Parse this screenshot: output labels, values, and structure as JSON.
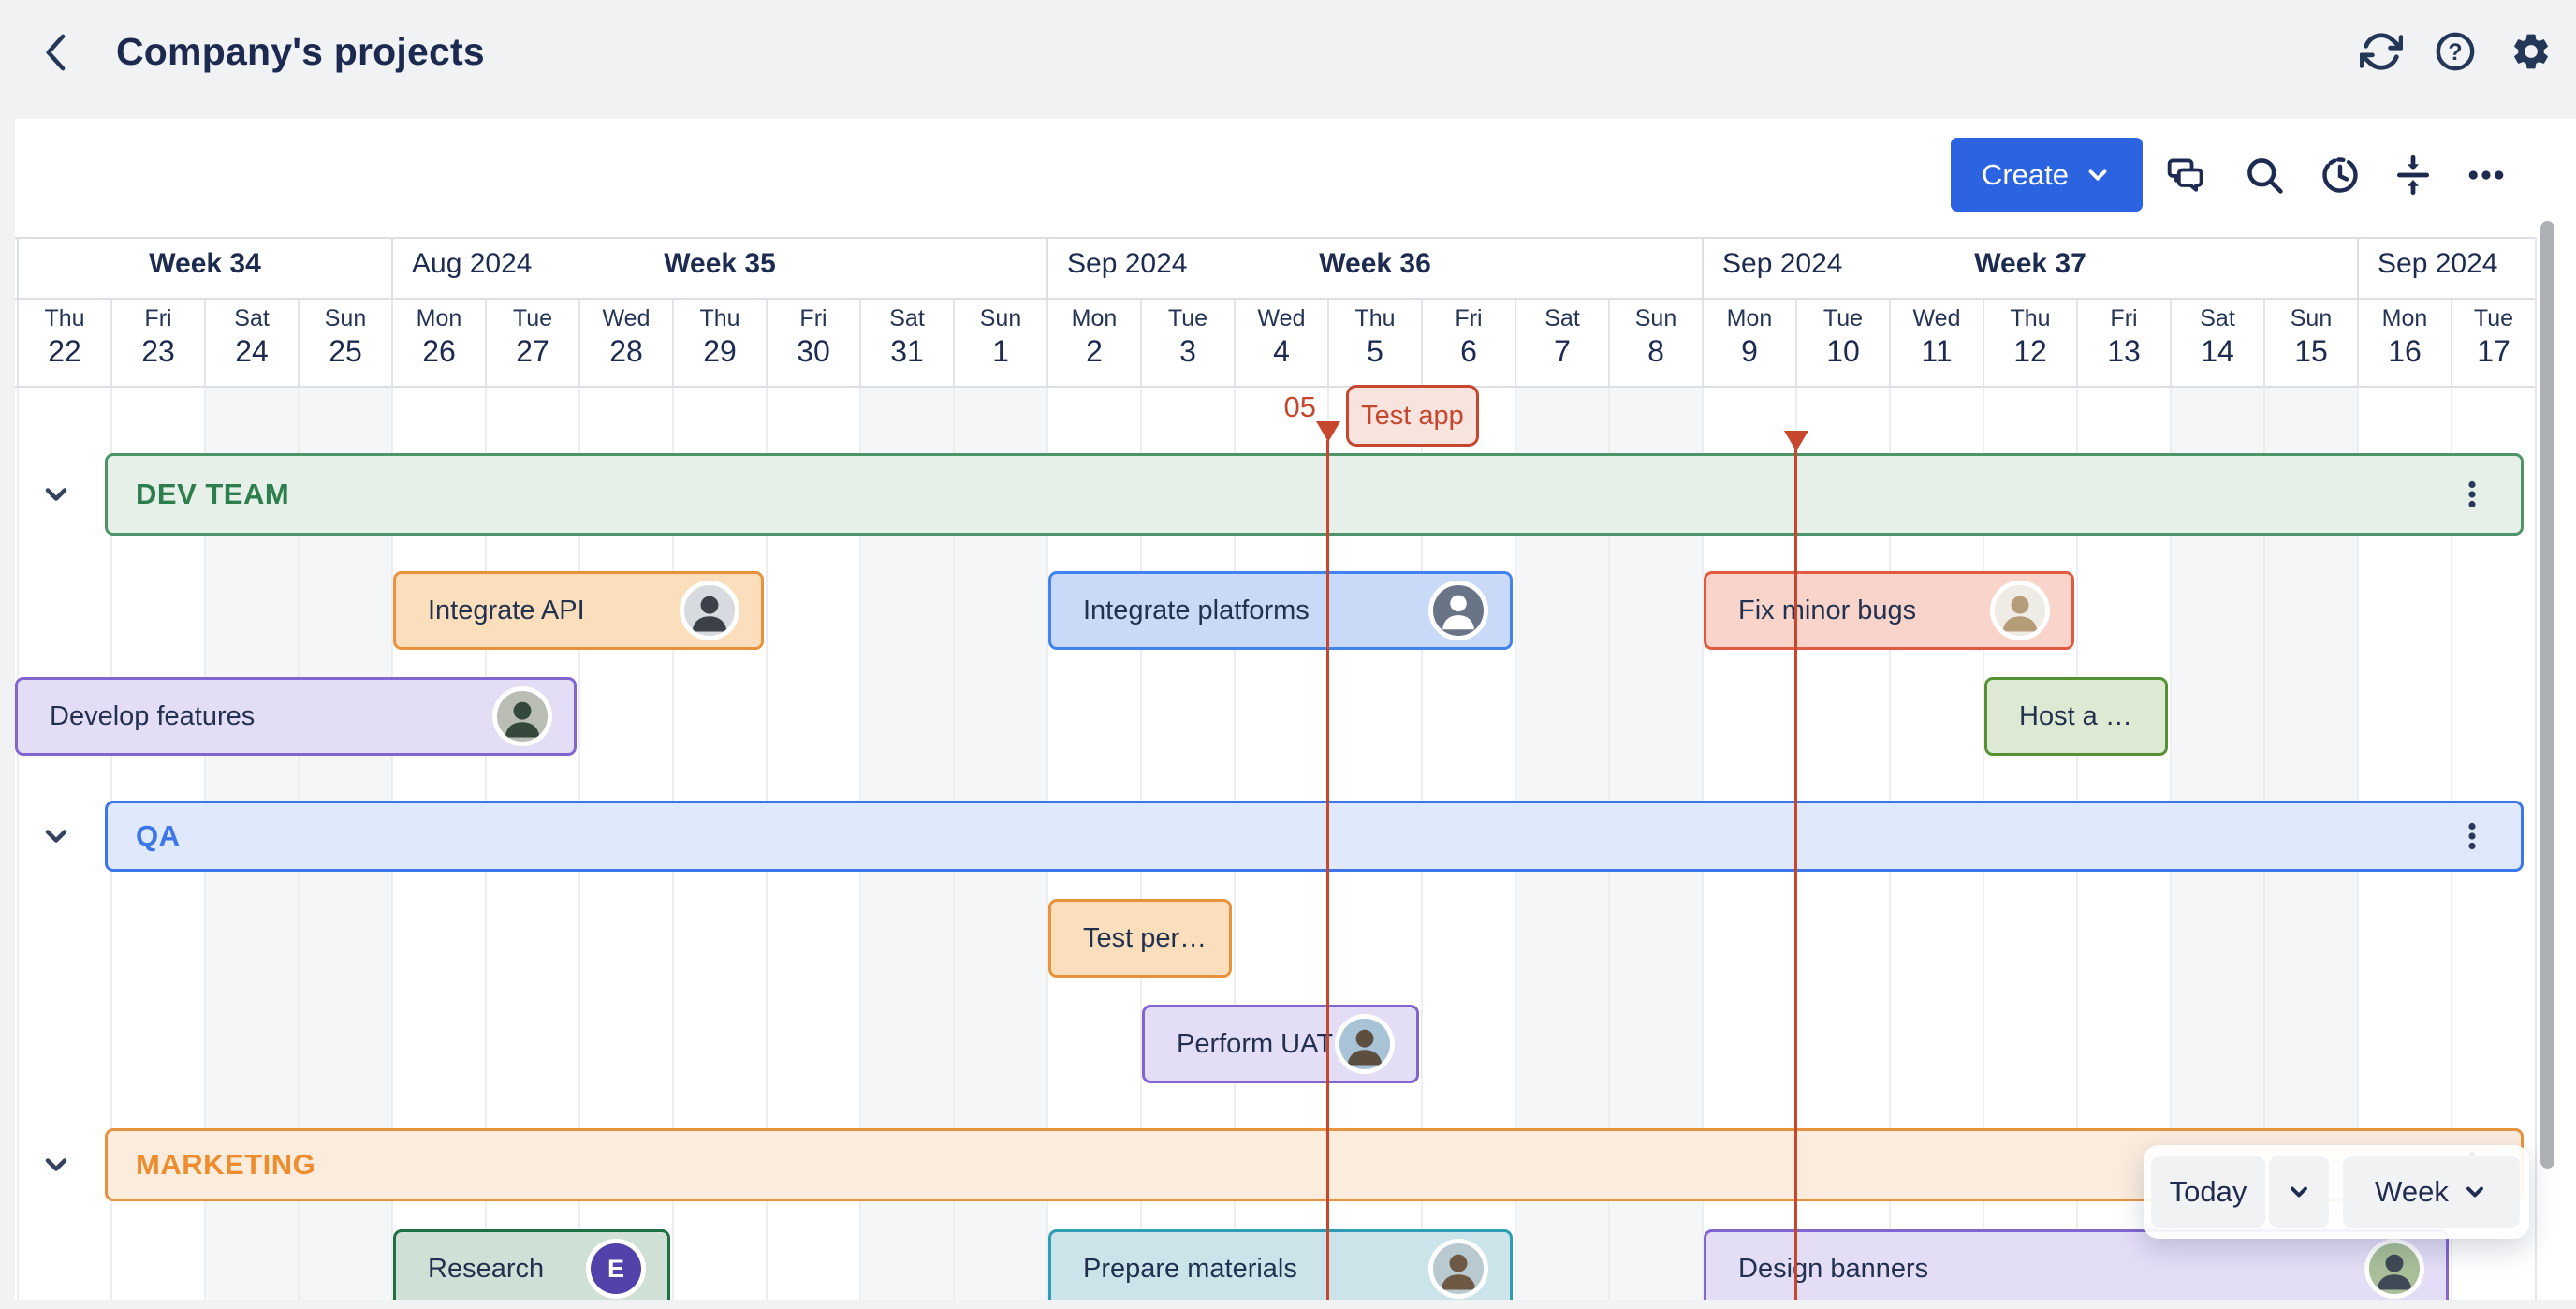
{
  "app": {
    "title": "Company's projects"
  },
  "topbar": {
    "icons": [
      "sync-icon",
      "help-icon",
      "settings-icon"
    ]
  },
  "toolbar": {
    "create_label": "Create",
    "icons": [
      "comments-icon",
      "search-icon",
      "history-icon",
      "collapse-rows-icon",
      "more-icon"
    ]
  },
  "timeline": {
    "weeks": [
      {
        "week": "Week 34",
        "month": null,
        "start": 0,
        "span": 4
      },
      {
        "week": "Week 35",
        "month": "Aug 2024",
        "start": 4,
        "span": 7
      },
      {
        "week": "Week 36",
        "month": "Sep 2024",
        "start": 11,
        "span": 7
      },
      {
        "week": "Week 37",
        "month": "Sep 2024",
        "start": 18,
        "span": 7
      },
      {
        "week": null,
        "month": "Sep 2024",
        "start": 25,
        "span": 2
      }
    ],
    "days": [
      {
        "name": "Thu",
        "num": "22",
        "weekend": false
      },
      {
        "name": "Fri",
        "num": "23",
        "weekend": false
      },
      {
        "name": "Sat",
        "num": "24",
        "weekend": true
      },
      {
        "name": "Sun",
        "num": "25",
        "weekend": true
      },
      {
        "name": "Mon",
        "num": "26",
        "weekend": false
      },
      {
        "name": "Tue",
        "num": "27",
        "weekend": false
      },
      {
        "name": "Wed",
        "num": "28",
        "weekend": false
      },
      {
        "name": "Thu",
        "num": "29",
        "weekend": false
      },
      {
        "name": "Fri",
        "num": "30",
        "weekend": false
      },
      {
        "name": "Sat",
        "num": "31",
        "weekend": true
      },
      {
        "name": "Sun",
        "num": "1",
        "weekend": true
      },
      {
        "name": "Mon",
        "num": "2",
        "weekend": false
      },
      {
        "name": "Tue",
        "num": "3",
        "weekend": false
      },
      {
        "name": "Wed",
        "num": "4",
        "weekend": false
      },
      {
        "name": "Thu",
        "num": "5",
        "weekend": false
      },
      {
        "name": "Fri",
        "num": "6",
        "weekend": false
      },
      {
        "name": "Sat",
        "num": "7",
        "weekend": true
      },
      {
        "name": "Sun",
        "num": "8",
        "weekend": true
      },
      {
        "name": "Mon",
        "num": "9",
        "weekend": false
      },
      {
        "name": "Tue",
        "num": "10",
        "weekend": false
      },
      {
        "name": "Wed",
        "num": "11",
        "weekend": false
      },
      {
        "name": "Thu",
        "num": "12",
        "weekend": false
      },
      {
        "name": "Fri",
        "num": "13",
        "weekend": false
      },
      {
        "name": "Sat",
        "num": "14",
        "weekend": true
      },
      {
        "name": "Sun",
        "num": "15",
        "weekend": true
      },
      {
        "name": "Mon",
        "num": "16",
        "weekend": false
      },
      {
        "name": "Tue",
        "num": "17",
        "weekend": false
      }
    ]
  },
  "milestones": [
    {
      "date_label": "05",
      "chip_label": "Test app",
      "col": 14
    },
    {
      "date_label": null,
      "chip_label": null,
      "col": 19
    }
  ],
  "groups": [
    {
      "id": "dev",
      "name": "DEV TEAM",
      "theme": "group-green",
      "tasks": [
        {
          "label": "Integrate API",
          "row": "r1",
          "start": 4,
          "span": 4,
          "theme": "orange",
          "avatar": {
            "type": "photo",
            "bg": "#d7dade",
            "fig": "#3c4048"
          }
        },
        {
          "label": "Integrate platforms",
          "row": "r1",
          "start": 11,
          "span": 5,
          "theme": "blue",
          "avatar": {
            "type": "person-icon",
            "bg": "#697586"
          }
        },
        {
          "label": "Fix minor bugs",
          "row": "r1",
          "start": 18,
          "span": 4,
          "theme": "red",
          "avatar": {
            "type": "photo",
            "bg": "#efece6",
            "fig": "#b59d7a"
          }
        },
        {
          "label": "Develop features",
          "row": "r2",
          "start": 0,
          "span": 6,
          "clip_left": true,
          "theme": "purple",
          "avatar": {
            "type": "photo",
            "bg": "#b9bdb4",
            "fig": "#34483c"
          }
        },
        {
          "label": "Host a …",
          "row": "r2",
          "start": 21,
          "span": 2,
          "theme": "green"
        }
      ]
    },
    {
      "id": "qa",
      "name": "QA",
      "theme": "group-blue",
      "tasks": [
        {
          "label": "Test per…",
          "row": "r3",
          "start": 11,
          "span": 2,
          "theme": "orange"
        },
        {
          "label": "Perform UAT",
          "row": "r4",
          "start": 12,
          "span": 3,
          "theme": "purple",
          "avatar": {
            "type": "photo",
            "bg": "#a9c3d6",
            "fig": "#5d4f3f"
          }
        }
      ]
    },
    {
      "id": "marketing",
      "name": "MARKETING",
      "theme": "group-orange",
      "tasks": [
        {
          "label": "Research",
          "row": "r5",
          "start": 4,
          "span": 3,
          "theme": "green-dark",
          "avatar": {
            "type": "initial",
            "initial": "E",
            "bg": "#5243AA"
          }
        },
        {
          "label": "Prepare materials",
          "row": "r5",
          "start": 11,
          "span": 5,
          "theme": "teal",
          "avatar": {
            "type": "photo",
            "bg": "#b8c9cf",
            "fig": "#6e5a44"
          }
        },
        {
          "label": "Design banners",
          "row": "r5",
          "start": 18,
          "span": 8,
          "theme": "purple",
          "avatar": {
            "type": "photo",
            "bg": "#a8bf9a",
            "fig": "#3f4a56"
          }
        }
      ]
    }
  ],
  "view_controls": {
    "today_label": "Today",
    "week_label": "Week"
  },
  "colors": {
    "accent_blue": "#2B63E1",
    "milestone_red": "#C7472E",
    "navy_text": "#1E2B50",
    "themes": {
      "orange": {
        "fill": "#FBDFBC",
        "border": "#E8933C"
      },
      "blue": {
        "fill": "#C9D9F8",
        "border": "#4383F0"
      },
      "red": {
        "fill": "#F8D4CA",
        "border": "#E25A41"
      },
      "purple": {
        "fill": "#E3DDF6",
        "border": "#8365D1"
      },
      "green": {
        "fill": "#DEE9D4",
        "border": "#549133"
      },
      "green-dark": {
        "fill": "#CFE1D6",
        "border": "#1E6F41"
      },
      "teal": {
        "fill": "#CAE4EA",
        "border": "#2C9DB3"
      },
      "group-green": {
        "fill": "#E6EFE8",
        "border": "#4D9468",
        "text": "#2D7E4D"
      },
      "group-blue": {
        "fill": "#E0E9FC",
        "border": "#3D76E8",
        "text": "#3D76E8"
      },
      "group-orange": {
        "fill": "#FBECDD",
        "border": "#E6933F",
        "text": "#EE8D2D"
      }
    }
  }
}
